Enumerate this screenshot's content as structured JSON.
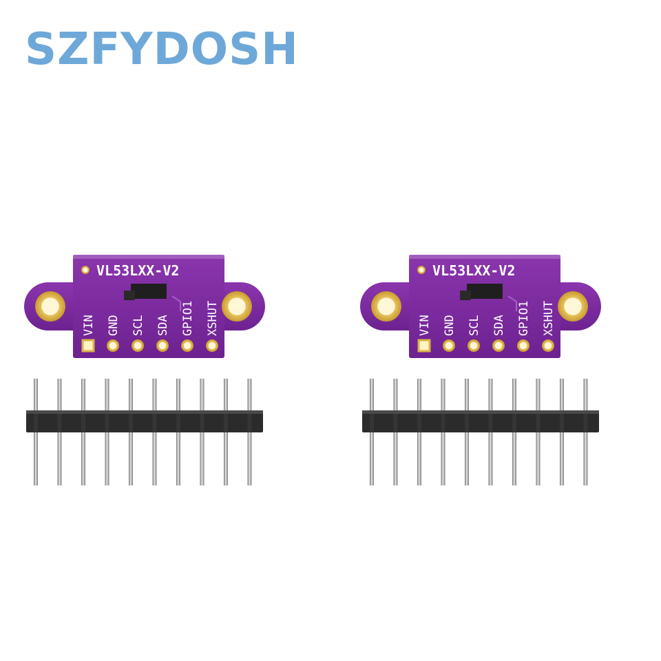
{
  "brand": {
    "text": "SZFYDOSH",
    "color": "#6ea8d8"
  },
  "boards": [
    {
      "model": "VL53LXX-V2",
      "pins": [
        "VIN",
        "GND",
        "SCL",
        "SDA",
        "GPIO1",
        "XSHUT"
      ]
    },
    {
      "model": "VL53LXX-V2",
      "pins": [
        "VIN",
        "GND",
        "SCL",
        "SDA",
        "GPIO1",
        "XSHUT"
      ]
    }
  ],
  "header_pin_count": 10,
  "colors": {
    "pcb": "#7b2a9e",
    "pcb_dark": "#5e1f7c",
    "gold": "#d9b24a",
    "header_body": "#2b2b2b",
    "pin_metal": "#a8a8a8"
  },
  "icons": [
    "sensor-chip-icon"
  ]
}
